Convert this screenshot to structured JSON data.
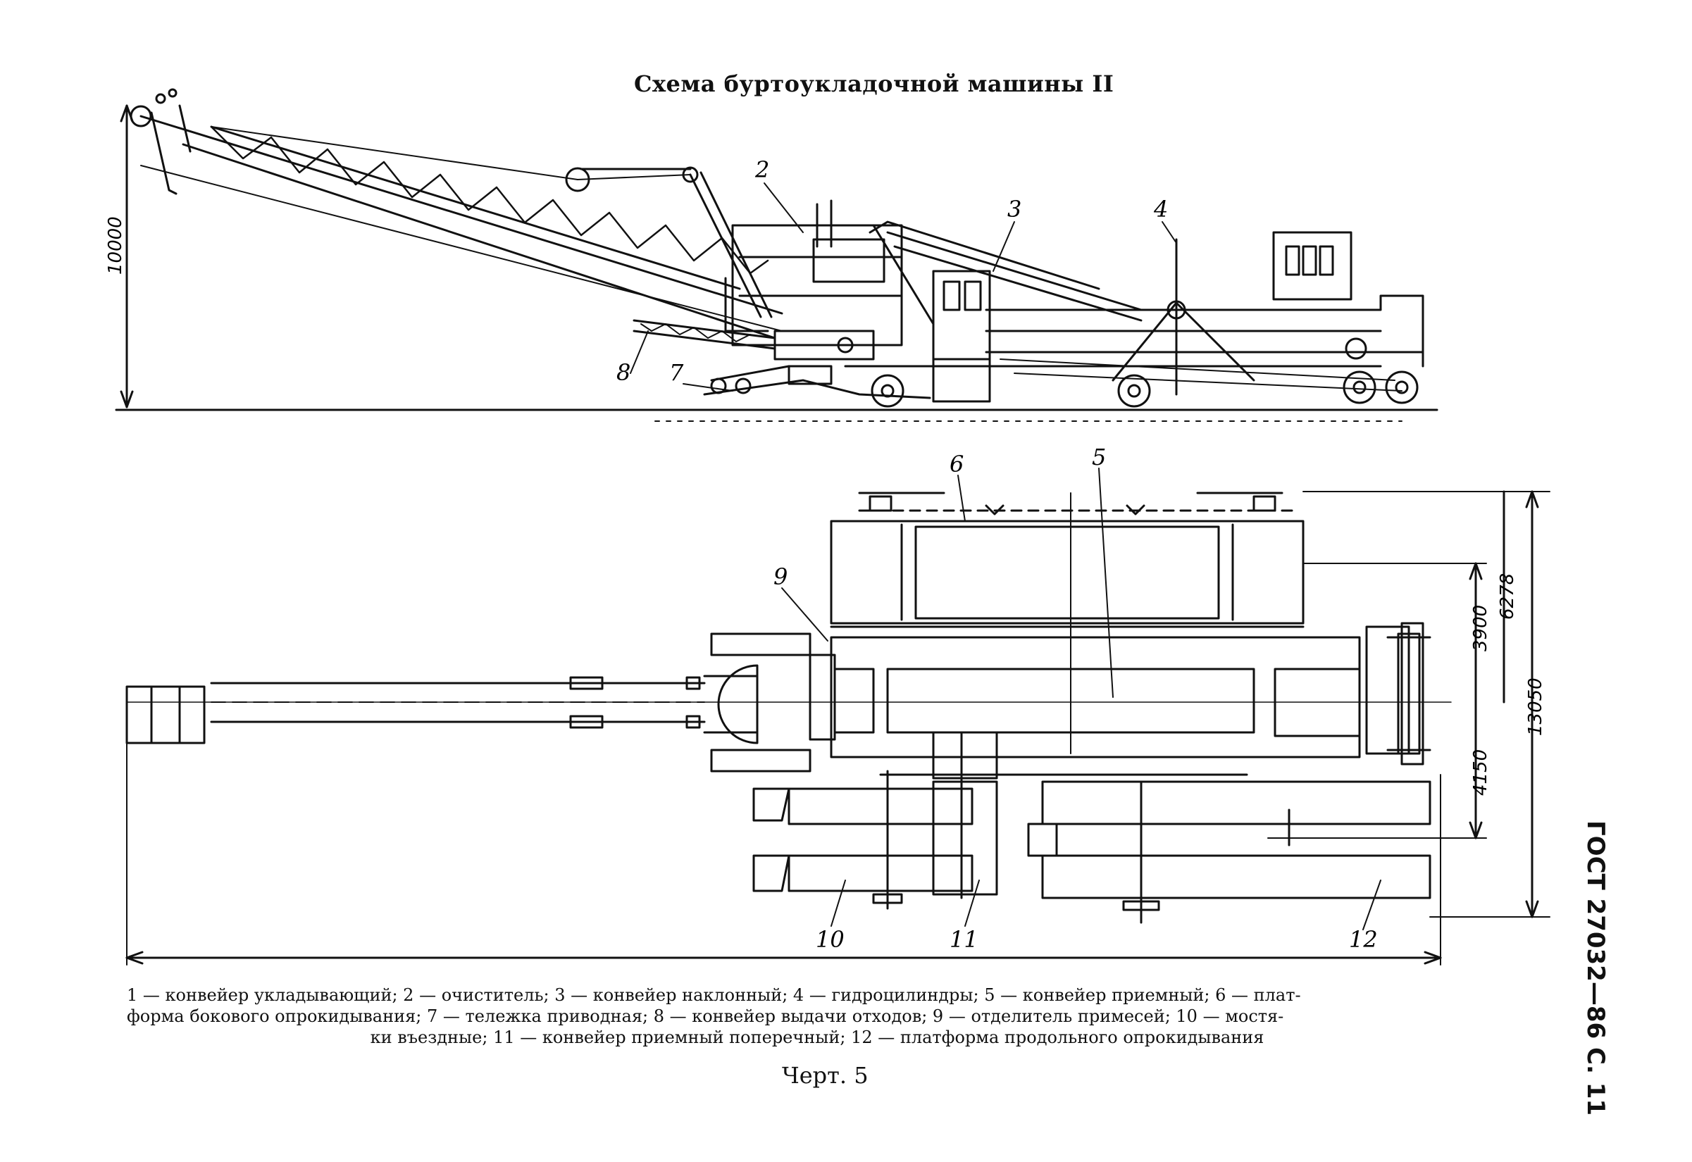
{
  "title": "Схема буртоукладочной машины II",
  "side_view": {
    "height_dimension": "10000",
    "labels": [
      {
        "id": "2",
        "text": "2"
      },
      {
        "id": "3",
        "text": "3"
      },
      {
        "id": "4",
        "text": "4"
      },
      {
        "id": "7",
        "text": "7"
      },
      {
        "id": "8",
        "text": "8"
      }
    ]
  },
  "plan_view": {
    "dimensions": {
      "d6278": "6278",
      "d3900": "3900",
      "d13050": "13050",
      "d4150": "4150"
    },
    "labels": [
      {
        "id": "5",
        "text": "5"
      },
      {
        "id": "6",
        "text": "6"
      },
      {
        "id": "9",
        "text": "9"
      },
      {
        "id": "10",
        "text": "10"
      },
      {
        "id": "11",
        "text": "11"
      },
      {
        "id": "12",
        "text": "12"
      }
    ]
  },
  "caption": {
    "line1": "1 — конвейер укладывающий; 2 — очиститель; 3 — конвейер наклонный; 4 — гидроцилиндры; 5 — конвейер приемный; 6 — плат-",
    "line2": "форма бокового опрокидывания; 7 — тележка приводная; 8 — конвейер выдачи отходов; 9 — отделитель примесей; 10 — мостя-",
    "line3": "ки въездные; 11 — конвейер приемный поперечный; 12 — платформа продольного опрокидывания"
  },
  "figure_label": "Черт. 5",
  "side_stamp": "ГОСТ 27032—86 С. 11"
}
